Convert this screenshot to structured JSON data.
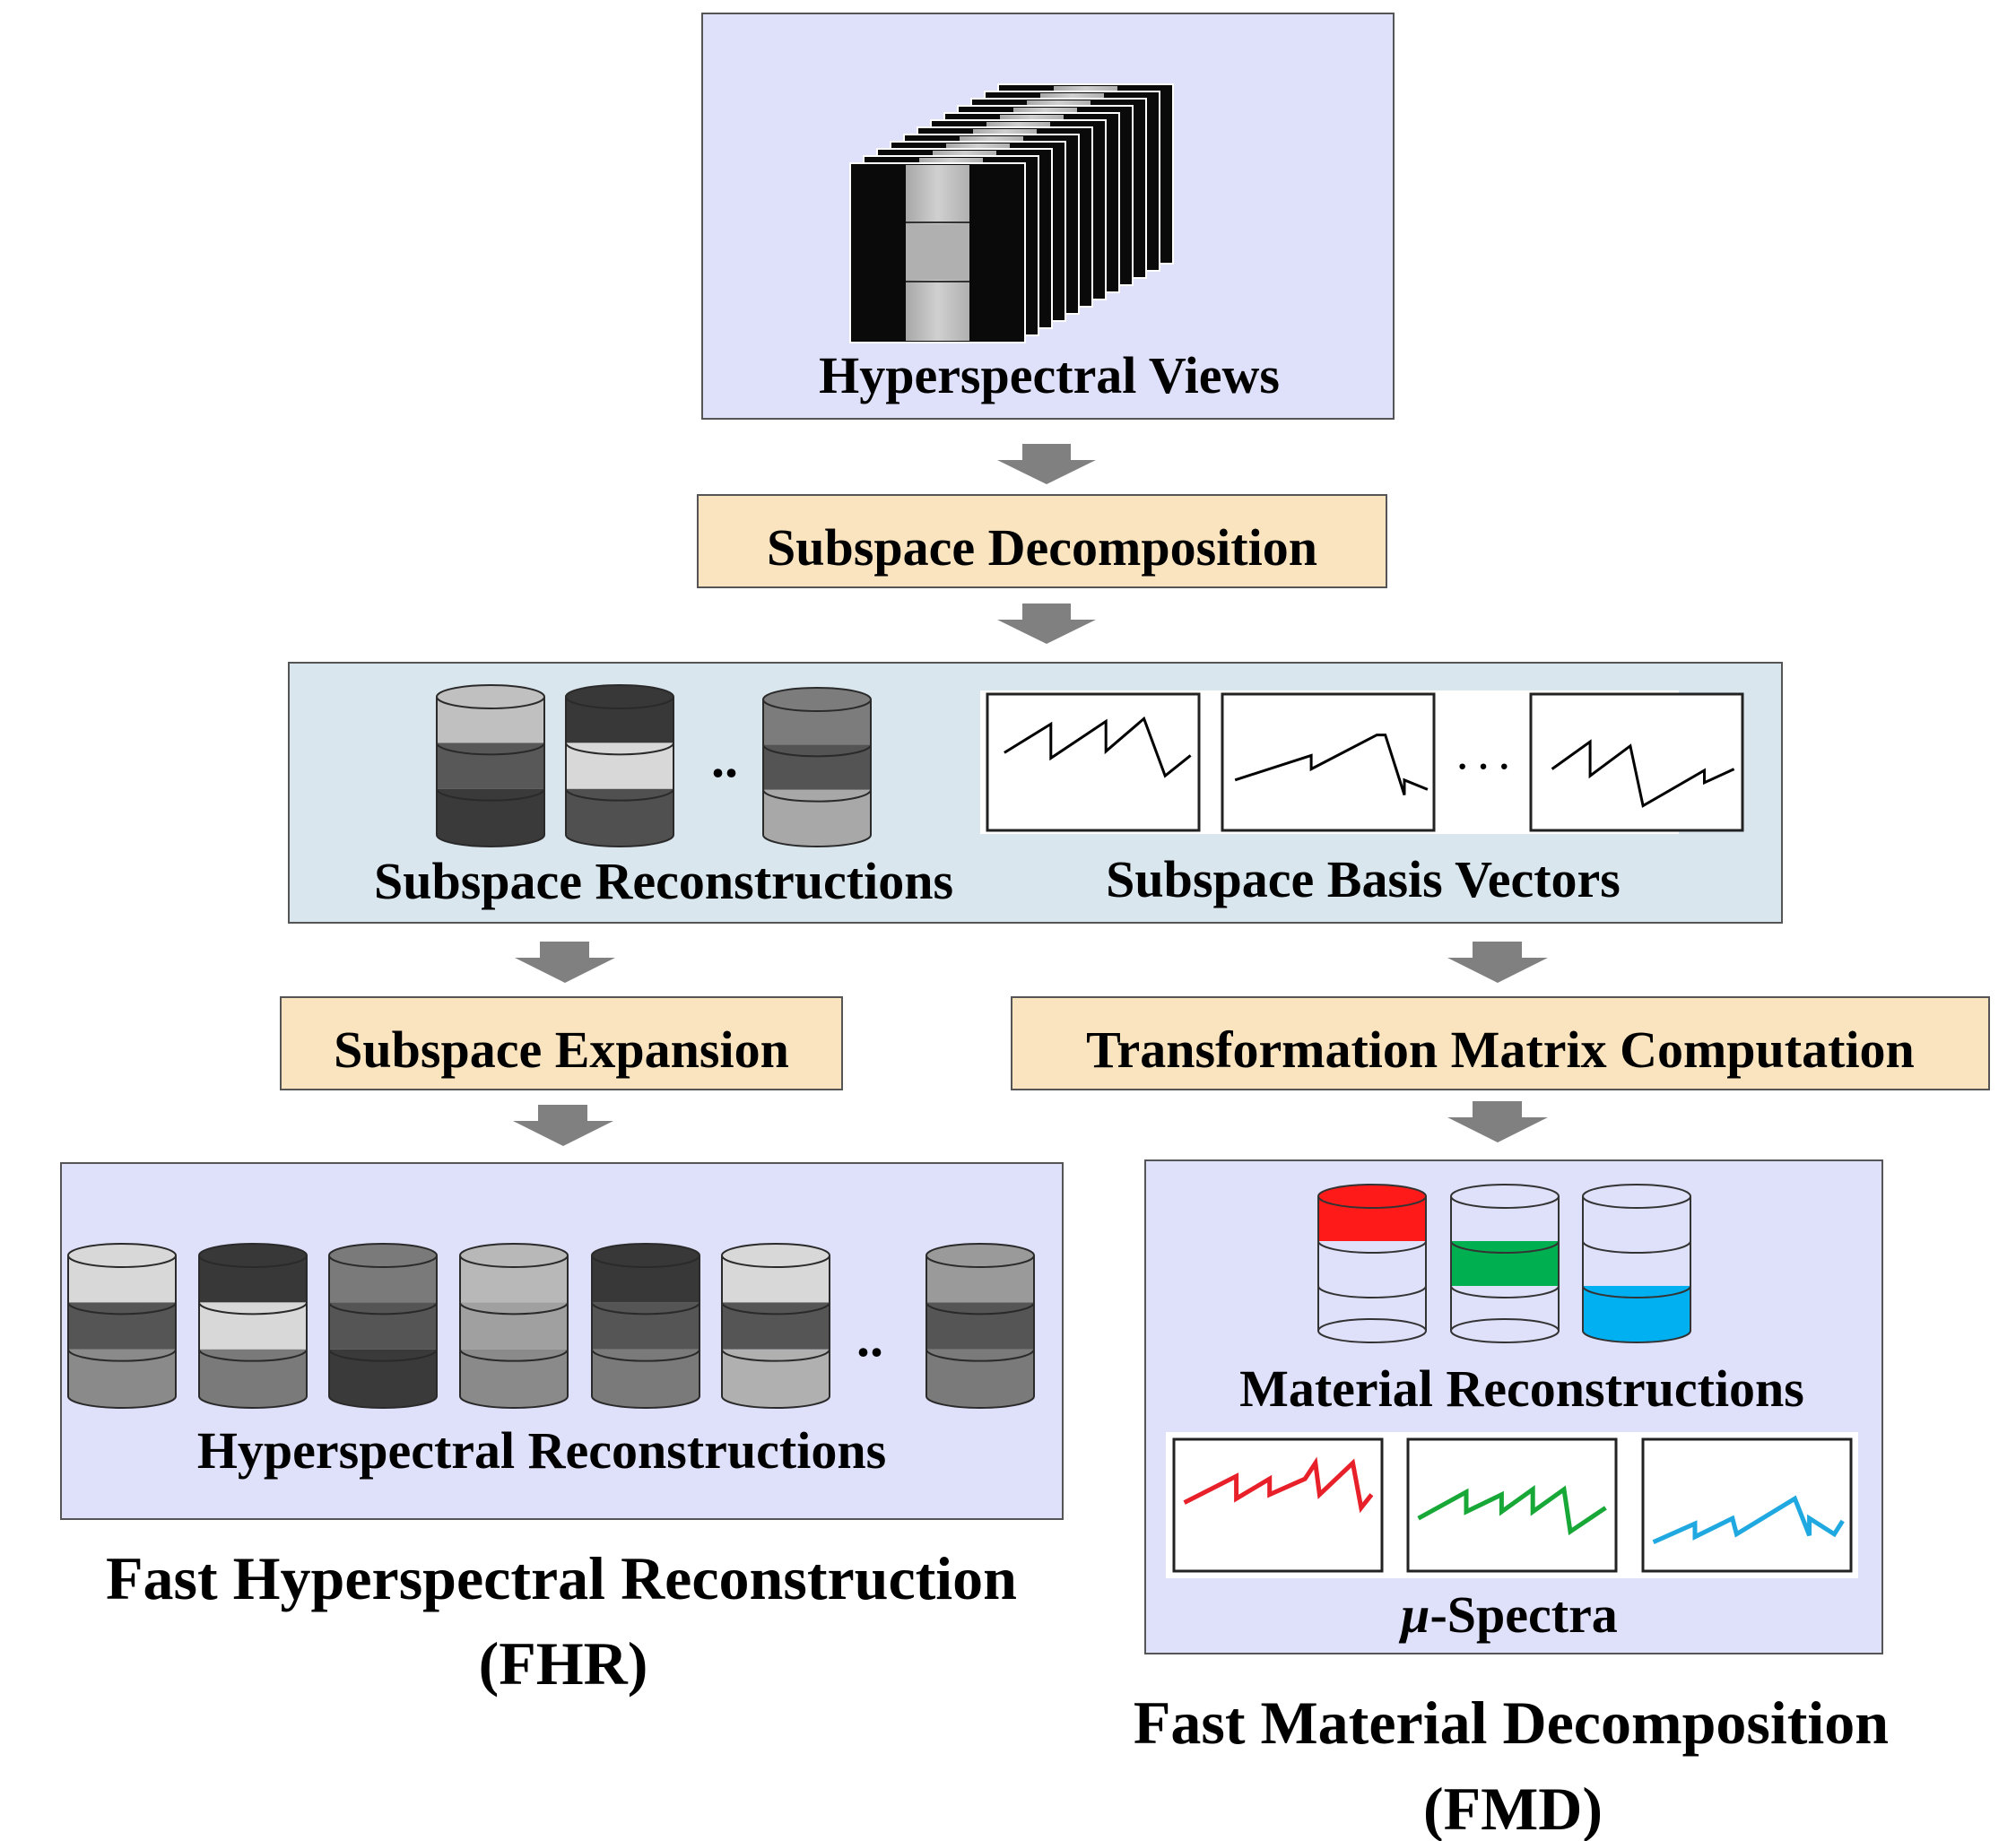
{
  "colors": {
    "panel_lavender": "#dfe0fa",
    "panel_blue": "#dae6ee",
    "process_box": "#f9e4bf",
    "arrow": "#808080",
    "red": "#ff1a1a",
    "green": "#00b050",
    "blue": "#00b0f0",
    "curve_red": "#e8202a",
    "curve_green": "#18a838",
    "curve_blue": "#20a8e0"
  },
  "labels": {
    "hyperspectral_views": "Hyperspectral Views",
    "subspace_decomposition": "Subspace Decomposition",
    "subspace_reconstructions": "Subspace Reconstructions",
    "subspace_basis_vectors": "Subspace Basis Vectors",
    "subspace_expansion": "Subspace Expansion",
    "transformation_matrix_computation": "Transformation Matrix Computation",
    "hyperspectral_reconstructions": "Hyperspectral Reconstructions",
    "material_reconstructions": "Material Reconstructions",
    "mu_symbol": "μ",
    "mu_spectra_suffix": "-Spectra",
    "fhr_title": "Fast Hyperspectral Reconstruction",
    "fhr_abbrev": "(FHR)",
    "fmd_title": "Fast Material Decomposition",
    "fmd_abbrev": "(FMD)",
    "ellipsis_two": "..",
    "ellipsis_three": "· · ·"
  },
  "icons": [
    "stacked-views-icon",
    "cylinder-icon",
    "spectrum-plot-icon",
    "down-arrow-icon"
  ]
}
